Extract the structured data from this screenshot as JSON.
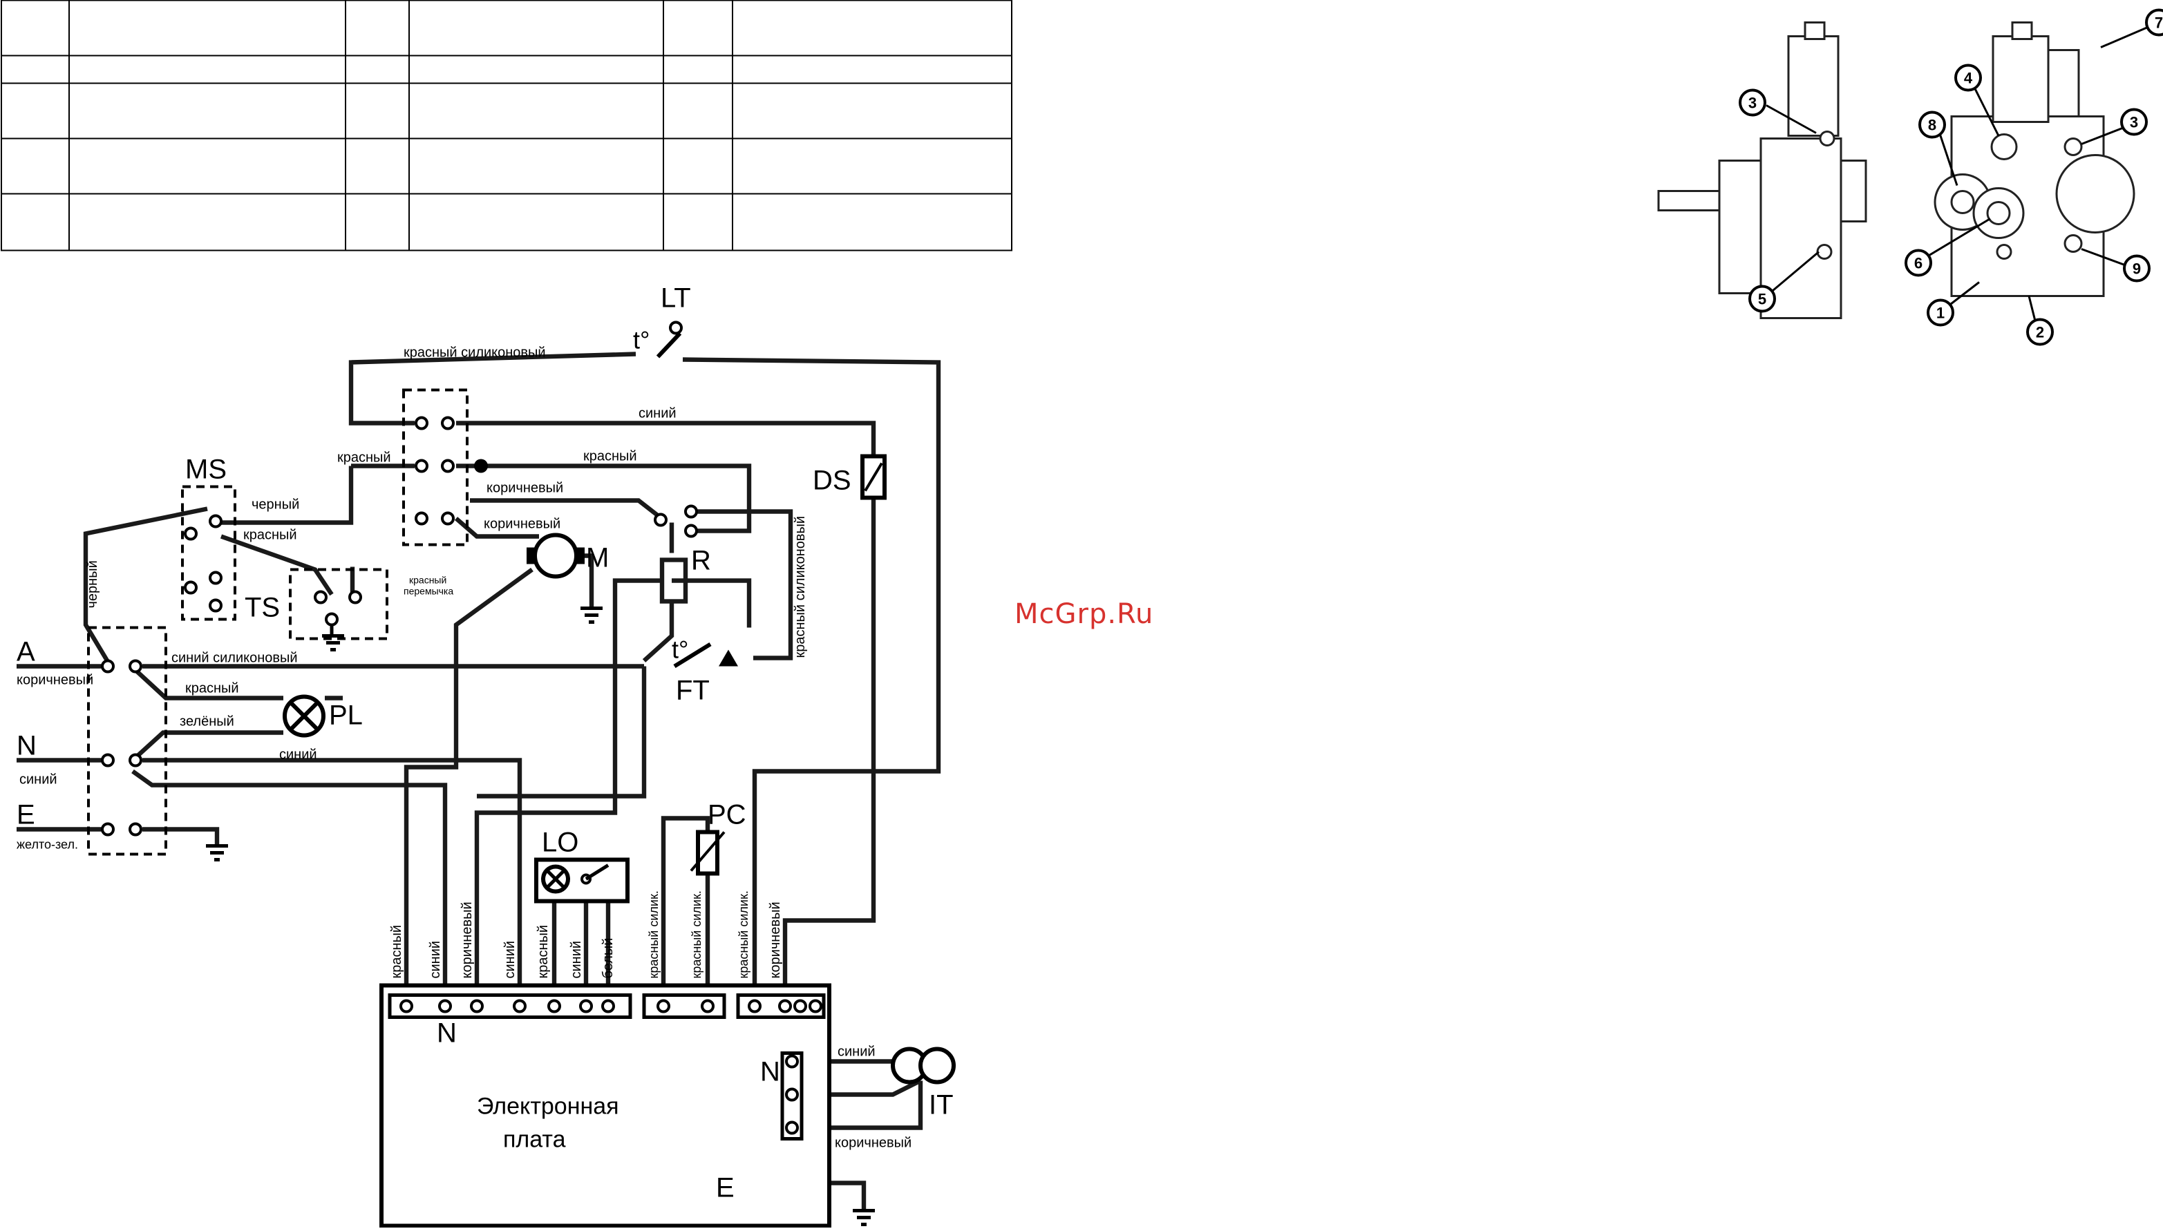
{
  "watermark": "McGrp.Ru",
  "components": {
    "LT": "LT",
    "MS": "MS",
    "TS": "TS",
    "DS": "DS",
    "M": "M",
    "R": "R",
    "FT": "FT",
    "PL": "PL",
    "LO": "LO",
    "PC": "PC",
    "IT": "IT",
    "temp_symbol": "t°"
  },
  "terminals": {
    "A": "A",
    "A_wire": "коричневый",
    "N": "N",
    "N_wire": "синий",
    "E": "E",
    "E_wire": "желто-зел."
  },
  "board": {
    "title_line1": "Электронная",
    "title_line2": "плата",
    "n_label": "N",
    "n_side": "N",
    "e_label": "E"
  },
  "wires": {
    "red_silicone": "красный силиконовый",
    "blue": "синий",
    "red": "красный",
    "brown": "коричневый",
    "black": "черный",
    "blue_silicone": "синий силиконовый",
    "green": "зелёный",
    "red_jumper_1": "красный",
    "red_jumper_2": "перемычка",
    "red_silicone_vertical": "красный силиконовый"
  },
  "bottom_wires": [
    "красный",
    "синий",
    "коричневый",
    "синий",
    "красный",
    "синий",
    "белый",
    "красный силик.",
    "красный силик.",
    "красный силик.",
    "коричневый"
  ],
  "it_wires": {
    "top": "синий",
    "bottom": "коричневый"
  },
  "callouts": [
    "1",
    "2",
    "3",
    "3",
    "4",
    "5",
    "6",
    "7",
    "8",
    "9"
  ],
  "table": {
    "rows": 5,
    "cols": 6
  }
}
